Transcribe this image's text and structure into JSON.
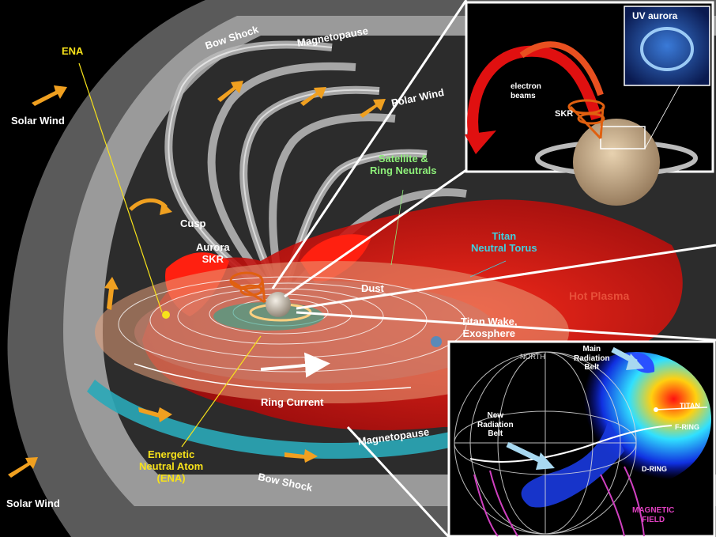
{
  "labels": {
    "solar_wind_top": "Solar Wind",
    "solar_wind_bottom": "Solar Wind",
    "ena": "ENA",
    "bow_shock_top": "Bow Shock",
    "bow_shock_bottom": "Bow Shock",
    "magnetopause_top": "Magnetopause",
    "magnetopause_bottom": "Magnetopause",
    "polar_wind": "Polar Wind",
    "satellite_ring_neutrals": "Satellite &\nRing Neutrals",
    "cusp": "Cusp",
    "aurora_skr": "Aurora\nSKR",
    "titan_neutral_torus": "Titan\nNeutral Torus",
    "dust": "Dust",
    "hot_plasma": "Hot Plasma",
    "titan_wake_exosphere": "Titan Wake,\nExosphere",
    "ring_current": "Ring Current",
    "energetic_neutral_atom": "Energetic\nNeutral Atom\n(ENA)"
  },
  "inset_top": {
    "uv_aurora": "UV aurora",
    "electron_beams": "electron\nbeams",
    "skr": "SKR"
  },
  "inset_bottom": {
    "north": "NORTH",
    "main_radiation_belt": "Main\nRadiation\nBelt",
    "new_radiation_belt": "New\nRadiation\nBelt",
    "titan": "TITAN",
    "f_ring": "F-RING",
    "d_ring": "D-RING",
    "magnetic_field": "MAGNETIC\nFIELD"
  },
  "colors": {
    "bow_shock": "#8c8c8c",
    "magnetopause": "#bdbdbd",
    "hot_plasma": "#e01010",
    "torus": "#e8a07a",
    "ring_current_band": "#2aa8b8",
    "solar_wind_arrow": "#f0a020",
    "ena_line": "#f7e21a",
    "inset_border": "#ffffff"
  }
}
